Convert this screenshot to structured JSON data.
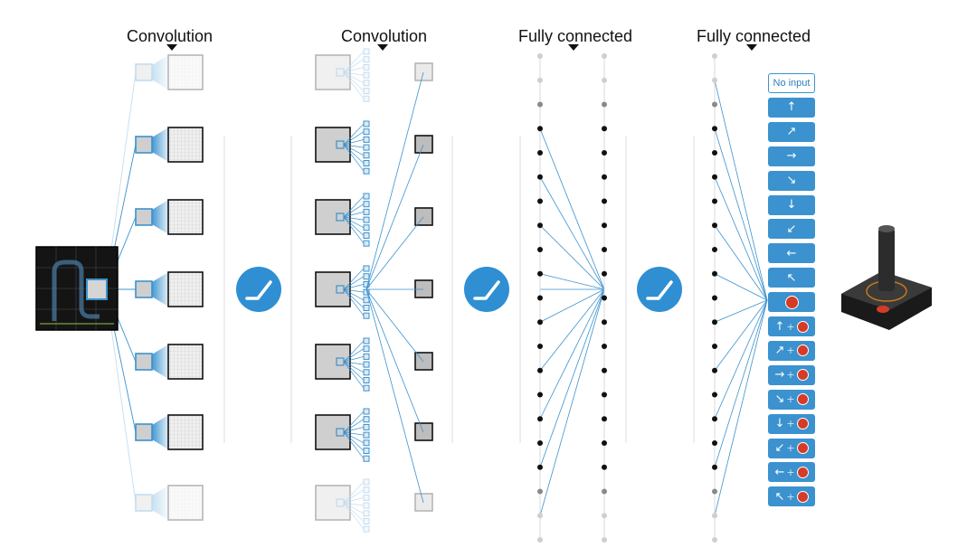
{
  "headers": [
    {
      "id": "conv1",
      "label": "Convolution"
    },
    {
      "id": "conv2",
      "label": "Convolution"
    },
    {
      "id": "fc1",
      "label": "Fully connected"
    },
    {
      "id": "fc2",
      "label": "Fully connected"
    }
  ],
  "activation": {
    "name": "relu",
    "icon": "relu-icon",
    "color": "#2f8fd2"
  },
  "actions": [
    {
      "name": "no-input",
      "label": "No input"
    },
    {
      "name": "up",
      "arrow": "↑"
    },
    {
      "name": "up-right",
      "arrow": "↗"
    },
    {
      "name": "right",
      "arrow": "→"
    },
    {
      "name": "down-right",
      "arrow": "↘"
    },
    {
      "name": "down",
      "arrow": "↓"
    },
    {
      "name": "down-left",
      "arrow": "↙"
    },
    {
      "name": "left",
      "arrow": "←"
    },
    {
      "name": "up-left",
      "arrow": "↖"
    },
    {
      "name": "fire",
      "fire": true
    },
    {
      "name": "up-fire",
      "arrow": "↑",
      "fire": true
    },
    {
      "name": "up-right-fire",
      "arrow": "↗",
      "fire": true
    },
    {
      "name": "right-fire",
      "arrow": "→",
      "fire": true
    },
    {
      "name": "down-right-fire",
      "arrow": "↘",
      "fire": true
    },
    {
      "name": "down-fire",
      "arrow": "↓",
      "fire": true
    },
    {
      "name": "down-left-fire",
      "arrow": "↙",
      "fire": true
    },
    {
      "name": "left-fire",
      "arrow": "←",
      "fire": true
    },
    {
      "name": "up-left-fire",
      "arrow": "↖",
      "fire": true
    }
  ],
  "colors": {
    "line": "#3b92cf",
    "fill": "#3b92cf",
    "node": "#111111",
    "node_faded": "#cfcfcf",
    "fire": "#d63b26"
  },
  "icons": {
    "input": "game-screen-icon",
    "output": "joystick-icon"
  }
}
